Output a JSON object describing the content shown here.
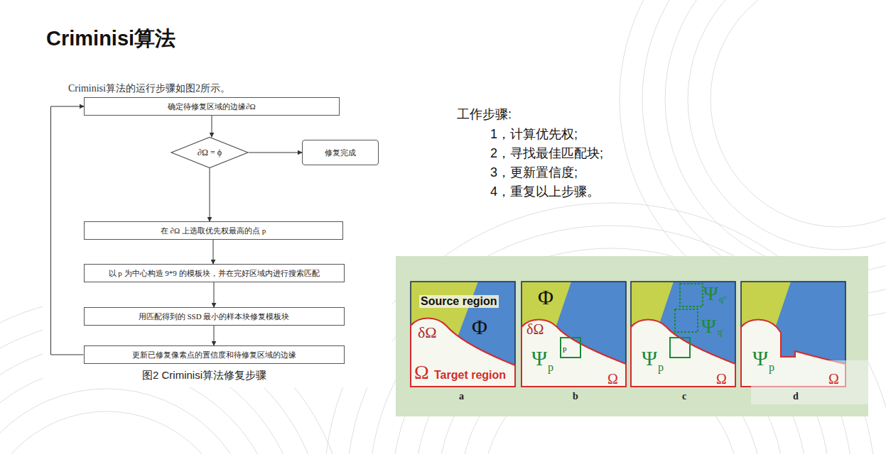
{
  "diagram": {
    "title": "Criminisi算法",
    "caption": "图2 Criminisi算法修复步骤",
    "nodes": [
      {
        "text": [
          "确定待修复区域的边缘∂Ω"
        ]
      },
      {
        "text": [
          "∂Ω = ϕ"
        ]
      },
      {
        "text": [
          "修复完成"
        ]
      },
      {
        "text": [
          "在 ∂Ω 上选取优先权最高的点 p"
        ]
      },
      {
        "text": [
          "以 p 为中心构造 9*9 的模板块，并在完好区域内进行搜索匹配"
        ]
      },
      {
        "text": [
          "用匹配得到的 SSD 最小的样本块修复模板块"
        ]
      },
      {
        "text": [
          "更新已修复像素点的置信度和待修复区域的边缘"
        ]
      }
    ],
    "edges": [
      {
        "from": 0,
        "to": 1,
        "arrow": "to"
      },
      {
        "from": 1,
        "to": 2,
        "arrow": "to"
      },
      {
        "from": 1,
        "to": 3,
        "arrow": "to"
      },
      {
        "from": 3,
        "to": 4,
        "arrow": "to"
      },
      {
        "from": 4,
        "to": 5,
        "arrow": "to"
      },
      {
        "from": 5,
        "to": 6,
        "arrow": "to"
      },
      {
        "from": 6,
        "to": 0,
        "arrow": "to"
      }
    ],
    "labels": [
      "Criminisi算法的运行步骤如图2所示。",
      "工作步骤:",
      "1，计算优先权;",
      "2，寻找最佳匹配块;",
      "3，更新置信度;",
      "4，重复以上步骤。",
      "Source region",
      "Φ",
      "δΩ",
      "Ω",
      "Target region",
      "Φ",
      "δΩ",
      "p",
      "Ψ",
      "p",
      "Ω",
      "Ψ",
      "q''",
      "Ψ",
      "q'",
      "Ψ",
      "p",
      "Ω",
      "Ψ",
      "p",
      "Ω",
      "a",
      "b",
      "c",
      "d"
    ]
  }
}
